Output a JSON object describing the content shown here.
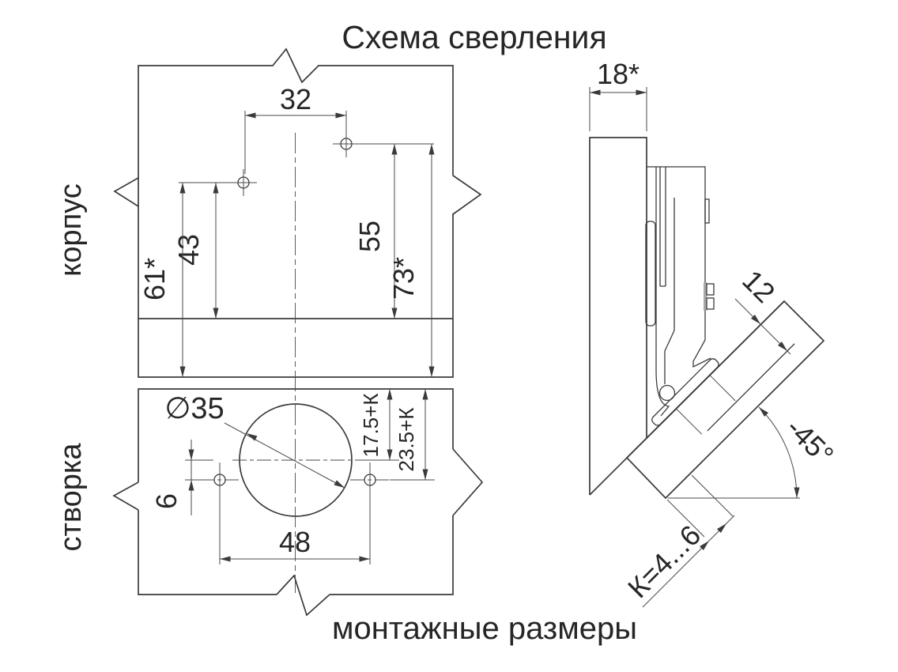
{
  "title": "Схема сверления",
  "footer": "монтажные размеры",
  "panel_labels": {
    "cabinet": "корпус",
    "door": "створка"
  },
  "dimensions": {
    "hole_spacing": "32",
    "hole_row1_to_front": "43",
    "hole_row1_to_bottom": "61*",
    "hole_row2_to_front": "55",
    "hole_row2_to_bottom": "73*",
    "cup_diameter": "∅35",
    "cup_axis_to_holes": "6",
    "door_hole_spacing": "48",
    "cup_center_offset": "17.5+К",
    "hole_line_offset": "23.5+К",
    "panel_thickness": "18*",
    "door_overlay": "12",
    "opening_angle": "-45°",
    "gap_formula": "К=4...6"
  }
}
